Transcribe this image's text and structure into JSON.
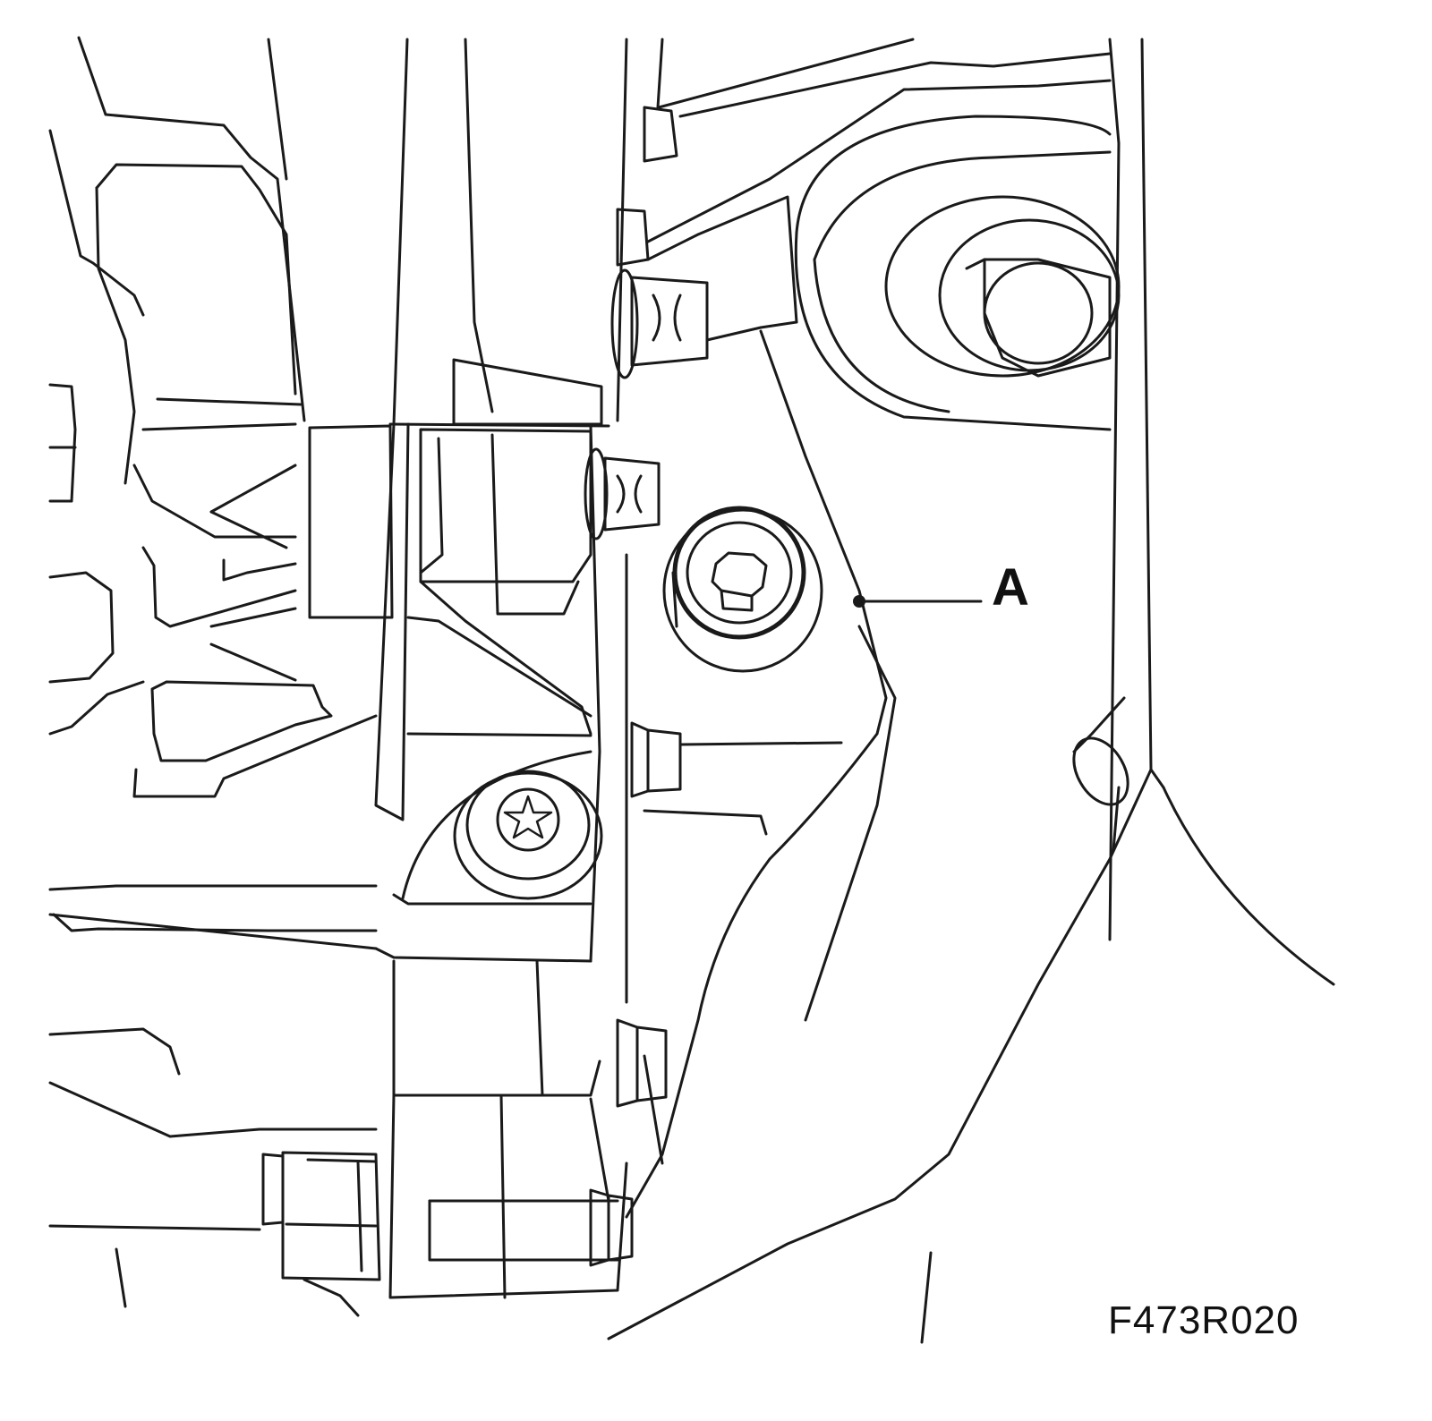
{
  "diagram": {
    "callout": {
      "label": "A",
      "target": "drain-plug"
    },
    "figure_code": "F473R020",
    "line_color": "#1a1a1a",
    "background": "#ffffff"
  }
}
